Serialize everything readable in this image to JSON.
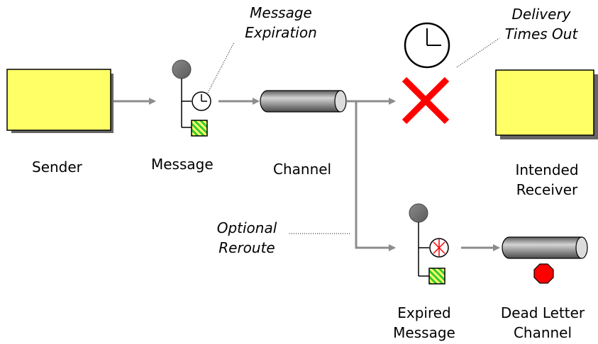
{
  "labels": {
    "sender": "Sender",
    "message": "Message",
    "channel": "Channel",
    "intended_receiver_line1": "Intended",
    "intended_receiver_line2": "Receiver",
    "message_expiration_line1": "Message",
    "message_expiration_line2": "Expiration",
    "delivery_times_out_line1": "Delivery",
    "delivery_times_out_line2": "Times Out",
    "optional_reroute_line1": "Optional",
    "optional_reroute_line2": "Reroute",
    "expired_message_line1": "Expired",
    "expired_message_line2": "Message",
    "dead_letter_channel_line1": "Dead Letter",
    "dead_letter_channel_line2": "Channel"
  },
  "colors": {
    "box_fill": "#ffff66",
    "arrow": "#8c8c8c",
    "red_x": "#ff0000",
    "stop_sign": "#ff0000",
    "stripe_green": "#33cc33",
    "stripe_yellow": "#ffff66"
  },
  "icons": [
    "clock-icon",
    "expired-clock-icon",
    "stop-sign-icon",
    "red-x-icon",
    "striped-body-icon"
  ]
}
